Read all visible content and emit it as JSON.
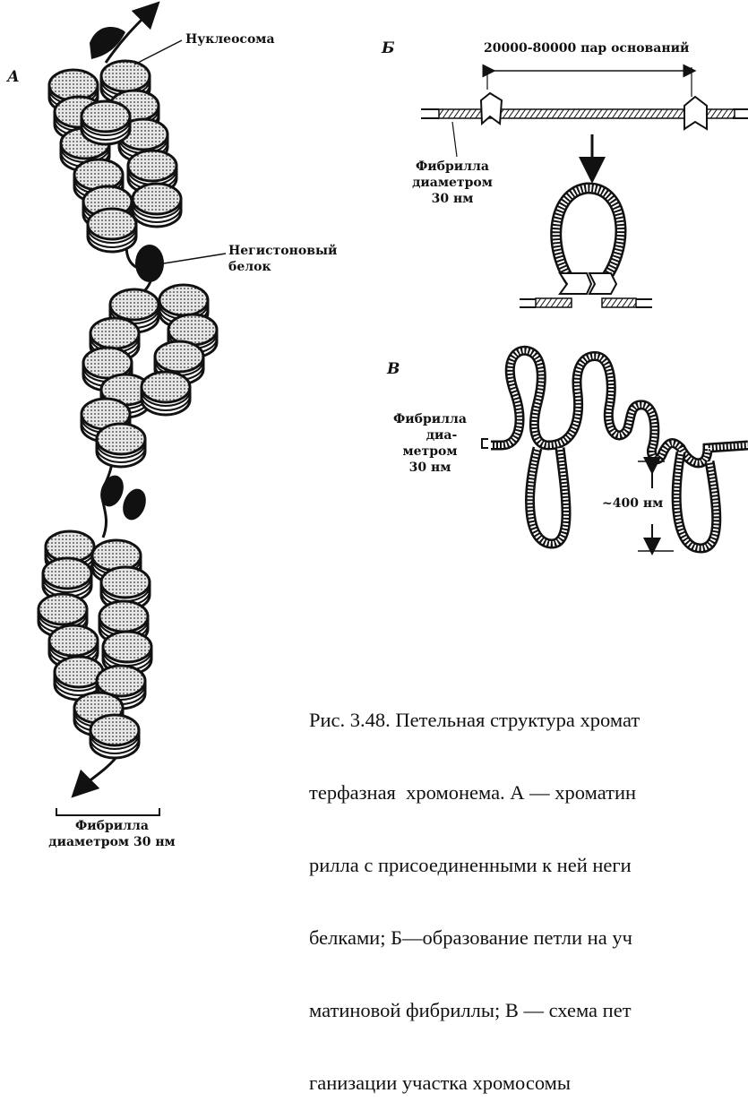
{
  "panel_a": {
    "letter": "А",
    "nucleosome_label": "Нуклеосома",
    "protein_label_line1": "Негистоновый",
    "protein_label_line2": "белок",
    "fibril_line1": "Фибрилла",
    "fibril_line2": "диаметром 30 нм"
  },
  "panel_b": {
    "letter": "Б",
    "span_label": "20000-80000 пар оснований",
    "fibril_line1": "Фибрилла",
    "fibril_line2": "диаметром",
    "fibril_line3": "30 нм"
  },
  "panel_v": {
    "letter": "В",
    "fibril_line1": "Фибрилла",
    "fibril_line2": "диа-",
    "fibril_line3": "метром",
    "fibril_line4": "30 нм",
    "height_label": "~400 нм"
  },
  "caption": {
    "lines": [
      "Рис. 3.48. Петельная структура хромат",
      "терфазная  хромонема. А — хроматин",
      "рилла с присоединенными к ней неги",
      "белками; Б—образование петли на уч",
      "матиновой фибриллы; В — схема пет",
      "ганизации участка хромосомы"
    ]
  }
}
